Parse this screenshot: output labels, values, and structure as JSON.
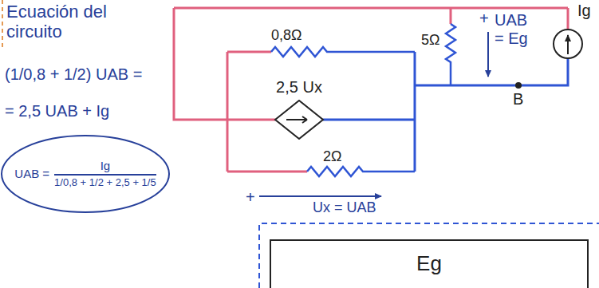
{
  "diagram": {
    "nodes": [
      {
        "text": [
          "2,5 Ux"
        ]
      },
      {
        "text": [
          "UAB =",
          "Ig",
          "1/0,8 + 1/2 + 2,5 + 1/5"
        ]
      },
      {
        "text": [
          "Eg"
        ]
      }
    ],
    "labels": [
      "Ecuación del circuito",
      "(1/0,8 + 1/2) UAB =",
      "= 2,5 UAB + Ig",
      "0,8Ω",
      "5Ω",
      "2Ω",
      "+",
      "UAB = Eg",
      "Ig",
      "B",
      "+",
      "Ux = UAB"
    ]
  }
}
